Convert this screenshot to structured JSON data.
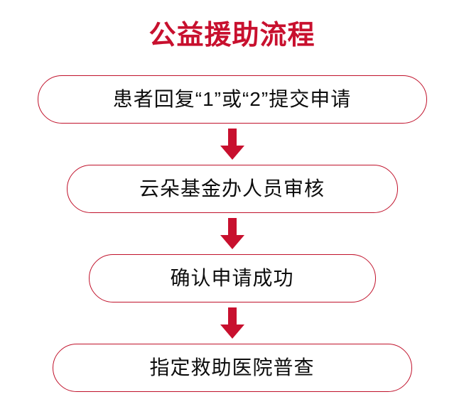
{
  "title": "公益援助流程",
  "colors": {
    "title_red": "#c8102e",
    "border_red": "#c0122b",
    "arrow_red": "#c8102e",
    "text_black": "#0d0d0d",
    "background": "#ffffff"
  },
  "flow": {
    "steps": [
      {
        "id": "step-1",
        "label": "患者回复“1”或“2”提交申请"
      },
      {
        "id": "step-2",
        "label": "云朵基金办人员审核"
      },
      {
        "id": "step-3",
        "label": "确认申请成功"
      },
      {
        "id": "step-4",
        "label": "指定救助医院普查"
      }
    ],
    "connectors": [
      {
        "id": "connector-1",
        "icon": "arrow-down-icon"
      },
      {
        "id": "connector-2",
        "icon": "arrow-down-icon"
      },
      {
        "id": "connector-3",
        "icon": "arrow-down-icon"
      }
    ]
  }
}
